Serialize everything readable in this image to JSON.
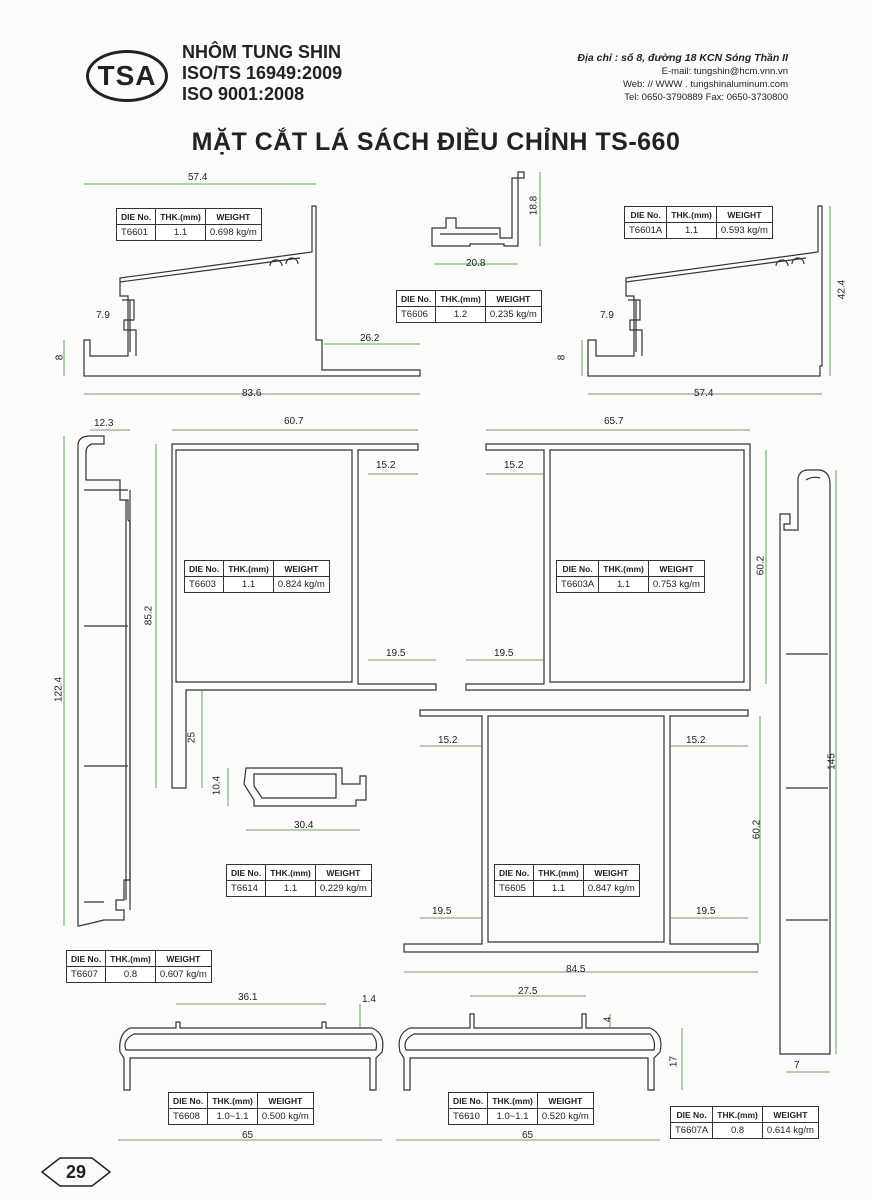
{
  "header": {
    "logo_text": "TSA",
    "company_name": "NHÔM TUNG SHIN",
    "cert1": "ISO/TS 16949:2009",
    "cert2": "ISO 9001:2008",
    "address": "Địa chỉ : số 8, đường 18 KCN Sóng Thần II",
    "email": "E-mail: tungshin@hcm.vnn.vn",
    "web": "Web: // WWW . tungshinaluminum.com",
    "phone": "Tel: 0650-3790889   Fax: 0650-3730800"
  },
  "title": "MẶT CẮT LÁ SÁCH ĐIỀU CHỈNH TS-660",
  "table_headers": {
    "die": "DIE No.",
    "thk": "THK.(mm)",
    "weight": "WEIGHT"
  },
  "profiles": {
    "t6601": {
      "die": "T6601",
      "thk": "1.1",
      "weight": "0.698 kg/m"
    },
    "t6606": {
      "die": "T6606",
      "thk": "1.2",
      "weight": "0.235 kg/m"
    },
    "t6601a": {
      "die": "T6601A",
      "thk": "1.1",
      "weight": "0.593 kg/m"
    },
    "t6603": {
      "die": "T6603",
      "thk": "1.1",
      "weight": "0.824 kg/m"
    },
    "t6603a": {
      "die": "T6603A",
      "thk": "1.1",
      "weight": "0.753 kg/m"
    },
    "t6614": {
      "die": "T6614",
      "thk": "1.1",
      "weight": "0.229 kg/m"
    },
    "t6605": {
      "die": "T6605",
      "thk": "1.1",
      "weight": "0.847 kg/m"
    },
    "t6607": {
      "die": "T6607",
      "thk": "0.8",
      "weight": "0.607 kg/m"
    },
    "t6608": {
      "die": "T6608",
      "thk": "1.0~1.1",
      "weight": "0.500 kg/m"
    },
    "t6610": {
      "die": "T6610",
      "thk": "1.0~1.1",
      "weight": "0.520 kg/m"
    },
    "t6607a": {
      "die": "T6607A",
      "thk": "0.8",
      "weight": "0.614 kg/m"
    }
  },
  "dims": {
    "d57_4a": "57.4",
    "d7_9a": "7.9",
    "d8a": "8",
    "d26_2": "26.2",
    "d83_6": "83.6",
    "d18_8": "18.8",
    "d20_8": "20.8",
    "d42_4": "42.4",
    "d7_9b": "7.9",
    "d8b": "8",
    "d57_4b": "57.4",
    "d12_3": "12.3",
    "d122_4": "122.4",
    "d60_7": "60.7",
    "d15_2a": "15.2",
    "d85_2": "85.2",
    "d19_5a": "19.5",
    "d25": "25",
    "d65_7": "65.7",
    "d15_2b": "15.2",
    "d60_2a": "60.2",
    "d19_5b": "19.5",
    "d10_4": "10.4",
    "d30_4": "30.4",
    "d15_2c": "15.2",
    "d15_2d": "15.2",
    "d60_2b": "60.2",
    "d19_5c": "19.5",
    "d19_5d": "19.5",
    "d84_5": "84.5",
    "d145": "145",
    "d7": "7",
    "d36_1": "36.1",
    "d1_4": "1.4",
    "d65a": "65",
    "d27_5": "27.5",
    "d4": "4",
    "d17": "17",
    "d65b": "65"
  },
  "page_number": "29"
}
